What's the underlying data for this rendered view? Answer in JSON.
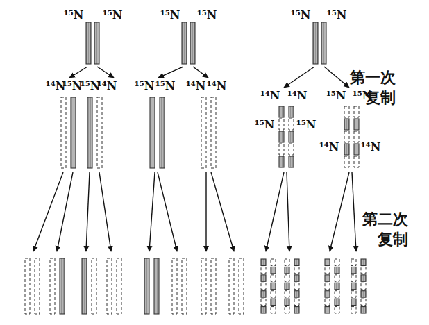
{
  "diagram": {
    "labels": [
      "¹⁵N",
      "¹⁵N",
      "¹⁵N",
      "¹⁵N",
      "¹⁵N",
      "¹⁵N",
      "第一次 复制",
      "¹⁴N",
      "¹⁵N",
      "¹⁵N",
      "¹⁴N",
      "¹⁵N",
      "¹⁵N",
      "¹⁴N",
      "¹⁴N",
      "¹⁴N",
      "¹⁴N",
      "¹⁵N",
      "¹⁵N",
      "¹⁵N",
      "¹⁵N",
      "¹⁴N",
      "¹⁴N",
      "第二次 复制"
    ]
  }
}
